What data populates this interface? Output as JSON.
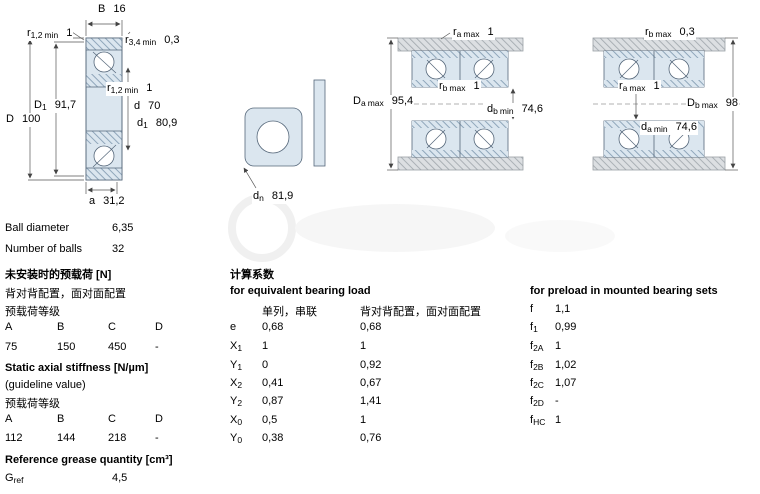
{
  "diagrams": {
    "left": {
      "B": {
        "base": "B",
        "value": "16"
      },
      "r12_top": {
        "base": "r",
        "sub": "1,2",
        "qual": "min",
        "value": "1"
      },
      "r34": {
        "base": "r",
        "sub": "3,4",
        "qual": "min",
        "value": "0,3"
      },
      "r12_inner": {
        "base": "r",
        "sub": "1,2",
        "qual": "min",
        "value": "1"
      },
      "D1": {
        "base": "D",
        "sub": "1",
        "value": "91,7"
      },
      "d": {
        "base": "d",
        "value": "70"
      },
      "d1": {
        "base": "d",
        "sub": "1",
        "value": "80,9"
      },
      "D": {
        "base": "D",
        "value": "100"
      },
      "a": {
        "base": "a",
        "value": "31,2"
      }
    },
    "middle": {
      "dn": {
        "base": "d",
        "sub": "n",
        "value": "81,9"
      }
    },
    "right1": {
      "ra": {
        "base": "r",
        "sub": "a",
        "qual": "max",
        "value": "1"
      },
      "rb": {
        "base": "r",
        "sub": "b",
        "qual": "max",
        "value": "1"
      },
      "Da": {
        "base": "D",
        "sub": "a",
        "qual": "max",
        "value": "95,4"
      },
      "db": {
        "base": "d",
        "sub": "b",
        "qual": "min",
        "value": "74,6"
      }
    },
    "right2": {
      "rb": {
        "base": "r",
        "sub": "b",
        "qual": "max",
        "value": "0,3"
      },
      "ra": {
        "base": "r",
        "sub": "a",
        "qual": "max",
        "value": "1"
      },
      "Db": {
        "base": "D",
        "sub": "b",
        "qual": "max",
        "value": "98"
      },
      "da": {
        "base": "d",
        "sub": "a",
        "qual": "min",
        "value": "74,6"
      }
    }
  },
  "col1": {
    "ball_diameter": {
      "label": "Ball diameter",
      "value": "6,35"
    },
    "number_of_balls": {
      "label": "Number of balls",
      "value": "32"
    },
    "preload": {
      "title": "未安装时的预载荷 [N]",
      "subtitle": "背对背配置，面对面配置",
      "class_label": "预载荷等级",
      "headers": [
        "A",
        "B",
        "C",
        "D"
      ],
      "values": [
        "75",
        "150",
        "450",
        "-"
      ]
    },
    "stiffness": {
      "title": "Static axial stiffness [N/µm]",
      "subtitle": "(guideline value)",
      "class_label": "预载荷等级",
      "headers": [
        "A",
        "B",
        "C",
        "D"
      ],
      "values": [
        "112",
        "144",
        "218",
        "-"
      ]
    },
    "grease": {
      "title": "Reference grease quantity [cm³]",
      "label": {
        "base": "G",
        "sub": "ref"
      },
      "value": "4,5"
    }
  },
  "col2": {
    "title": "计算系数",
    "subtitle": "for equivalent bearing load",
    "header1": "单列，串联",
    "header2": "背对背配置，面对面配置",
    "rows": [
      {
        "base": "e",
        "sub": "",
        "v1": "0,68",
        "v2": "0,68"
      },
      {
        "base": "X",
        "sub": "1",
        "v1": "1",
        "v2": "1"
      },
      {
        "base": "Y",
        "sub": "1",
        "v1": "0",
        "v2": "0,92"
      },
      {
        "base": "X",
        "sub": "2",
        "v1": "0,41",
        "v2": "0,67"
      },
      {
        "base": "Y",
        "sub": "2",
        "v1": "0,87",
        "v2": "1,41"
      },
      {
        "base": "X",
        "sub": "0",
        "v1": "0,5",
        "v2": "1"
      },
      {
        "base": "Y",
        "sub": "0",
        "v1": "0,38",
        "v2": "0,76"
      }
    ]
  },
  "col3": {
    "title": "for preload in mounted bearing sets",
    "rows": [
      {
        "base": "f",
        "sub": "",
        "value": "1,1"
      },
      {
        "base": "f",
        "sub": "1",
        "value": "0,99"
      },
      {
        "base": "f",
        "sub": "2A",
        "value": "1"
      },
      {
        "base": "f",
        "sub": "2B",
        "value": "1,02"
      },
      {
        "base": "f",
        "sub": "2C",
        "value": "1,07"
      },
      {
        "base": "f",
        "sub": "2D",
        "value": "-"
      },
      {
        "base": "f",
        "sub": "HC",
        "value": "1"
      }
    ]
  }
}
